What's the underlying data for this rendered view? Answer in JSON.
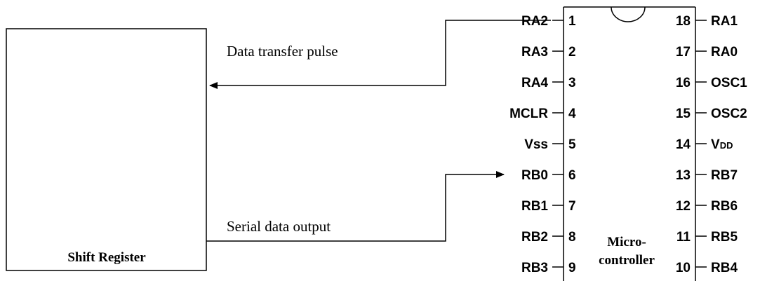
{
  "shift_register": {
    "label": "Shift Register"
  },
  "signals": {
    "data_transfer_pulse": "Data transfer pulse",
    "serial_data_output": "Serial data output"
  },
  "chip": {
    "label_line1": "Micro-",
    "label_line2": "controller",
    "left_pins": [
      {
        "num": "1",
        "name": "RA2"
      },
      {
        "num": "2",
        "name": "RA3"
      },
      {
        "num": "3",
        "name": "RA4"
      },
      {
        "num": "4",
        "name": "MCLR"
      },
      {
        "num": "5",
        "name": "Vss"
      },
      {
        "num": "6",
        "name": "RB0"
      },
      {
        "num": "7",
        "name": "RB1"
      },
      {
        "num": "8",
        "name": "RB2"
      },
      {
        "num": "9",
        "name": "RB3"
      }
    ],
    "right_pins": [
      {
        "num": "18",
        "name": "RA1"
      },
      {
        "num": "17",
        "name": "RA0"
      },
      {
        "num": "16",
        "name": "OSC1"
      },
      {
        "num": "15",
        "name": "OSC2"
      },
      {
        "num": "14",
        "name": "V",
        "sub": "DD"
      },
      {
        "num": "13",
        "name": "RB7"
      },
      {
        "num": "12",
        "name": "RB6"
      },
      {
        "num": "11",
        "name": "RB5"
      },
      {
        "num": "10",
        "name": "RB4"
      }
    ]
  }
}
